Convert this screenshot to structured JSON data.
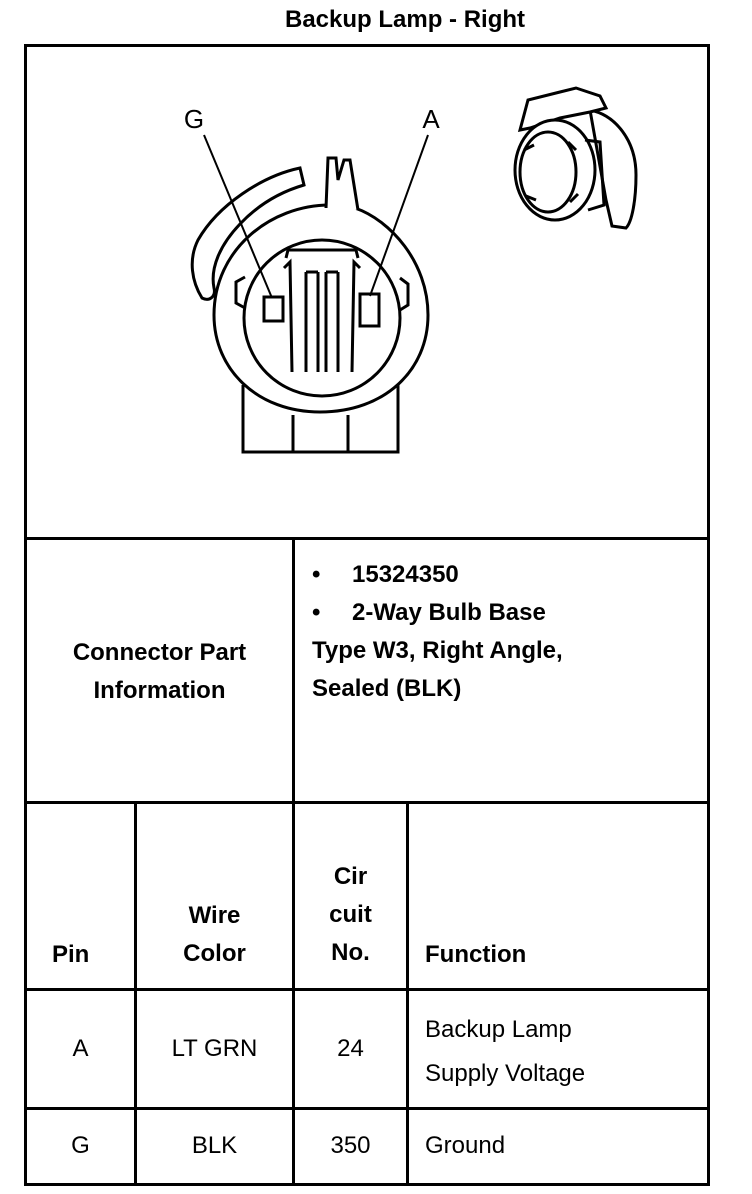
{
  "title": "Backup Lamp - Right",
  "diagram": {
    "pin_label_left": "G",
    "pin_label_right": "A"
  },
  "connector_info": {
    "label_line1": "Connector Part",
    "label_line2": "Information",
    "bullet": "•",
    "part_number": "15324350",
    "description_line1": "2-Way Bulb Base",
    "description_line2": "Type W3, Right Angle,",
    "description_line3": "Sealed (BLK)"
  },
  "table": {
    "headers": {
      "pin": "Pin",
      "wire_color_line1": "Wire",
      "wire_color_line2": "Color",
      "circuit_line1": "Cir",
      "circuit_line2": "cuit",
      "circuit_line3": "No.",
      "function": "Function"
    },
    "rows": [
      {
        "pin": "A",
        "wire_color": "LT GRN",
        "circuit": "24",
        "function_line1": "Backup Lamp",
        "function_line2": "Supply Voltage"
      },
      {
        "pin": "G",
        "wire_color": "BLK",
        "circuit": "350",
        "function_line1": "Ground",
        "function_line2": ""
      }
    ]
  }
}
